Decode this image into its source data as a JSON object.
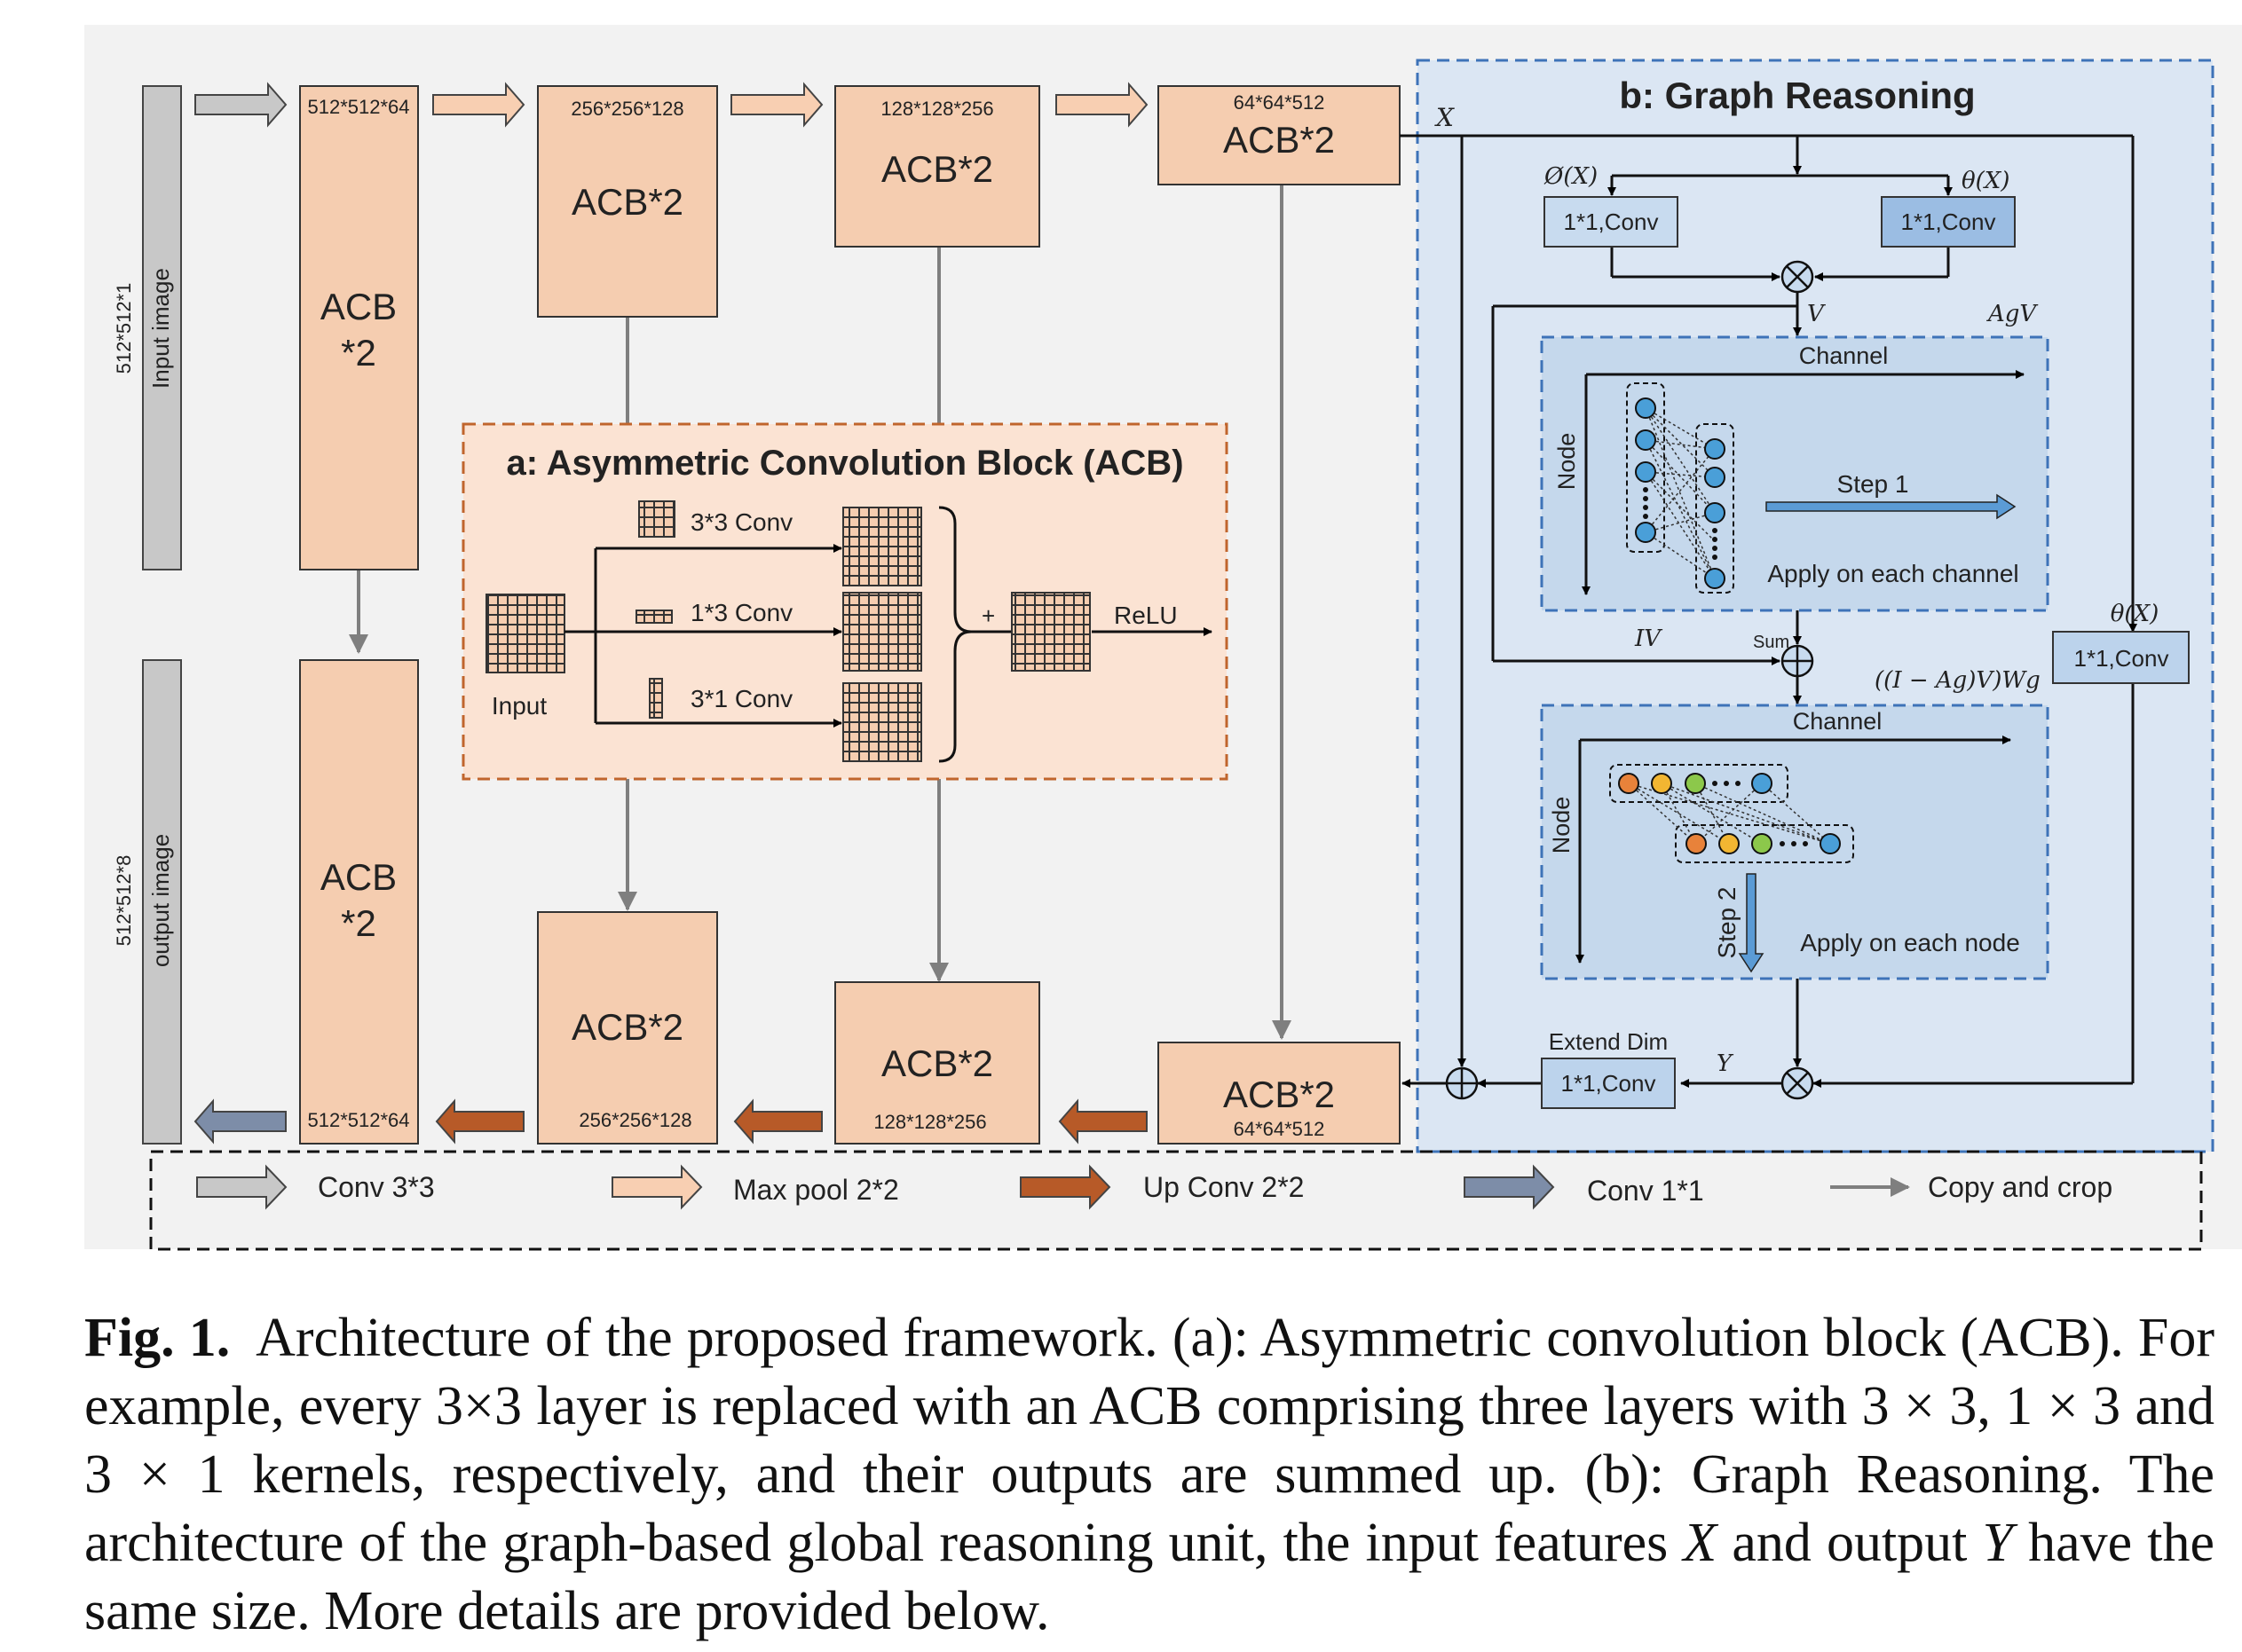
{
  "input_image": {
    "label": "Input image",
    "size": "512*512*1"
  },
  "output_image": {
    "label": "output image",
    "size": "512*512*8"
  },
  "encoder": [
    {
      "label_line1": "ACB",
      "label_line2": "*2",
      "size": "512*512*64"
    },
    {
      "label": "ACB*2",
      "size": "256*256*128"
    },
    {
      "label": "ACB*2",
      "size": "128*128*256"
    },
    {
      "label": "ACB*2",
      "size": "64*64*512"
    }
  ],
  "decoder": [
    {
      "label_line1": "ACB",
      "label_line2": "*2",
      "size": "512*512*64"
    },
    {
      "label": "ACB*2",
      "size": "256*256*128"
    },
    {
      "label": "ACB*2",
      "size": "128*128*256"
    },
    {
      "label": "ACB*2",
      "size": "64*64*512"
    }
  ],
  "acb_panel": {
    "title": "a: Asymmetric Convolution Block (ACB)",
    "input_label": "Input",
    "branches": [
      "3*3 Conv",
      "1*3 Conv",
      "3*1 Conv"
    ],
    "plus": "+",
    "relu": "ReLU"
  },
  "graph_panel": {
    "title": "b: Graph Reasoning",
    "x_label": "X",
    "phi_label": "Ø(X)",
    "theta_label": "θ(X)",
    "conv_label": "1*1,Conv",
    "v_label": "V",
    "agv_label": "AgV",
    "channel_label": "Channel",
    "node_label": "Node",
    "step1": "Step 1",
    "apply_channel": "Apply on each channel",
    "iv_label": "IV",
    "sum_label": "Sum",
    "formula": "((I − Ag)V)Wg",
    "step2": "Step 2",
    "apply_node": "Apply on each node",
    "extend_dim": "Extend Dim",
    "y_label": "Y"
  },
  "legend": [
    {
      "label": "Conv 3*3",
      "color": "#c8c8c8"
    },
    {
      "label": "Max pool 2*2",
      "color": "#f8cfb2"
    },
    {
      "label": "Up Conv 2*2",
      "color": "#b75a28"
    },
    {
      "label": "Conv 1*1",
      "color": "#7d8da8"
    },
    {
      "label": "Copy and crop",
      "color": "#7f7f7f"
    }
  ],
  "caption": {
    "fig": "Fig. 1.",
    "text_1": "Architecture of the proposed framework. (a): Asymmetric convolution block (ACB). For example, every 3×3 layer is replaced with an ACB comprising three layers with 3 × 3, 1 × 3 and 3 × 1 kernels, respectively, and their outputs are summed up. (b): Graph Reasoning. The architecture of the graph-based global reasoning unit, the input features",
    "var_x": "X",
    "text_2": "and output",
    "var_y": "Y",
    "text_3": "have the same size. More details are provided below."
  },
  "colors": {
    "block": "#f5cdb0",
    "acb_panel": "#fbe3d3",
    "graph_panel": "#dbe6f3",
    "graph_inner": "#c5d8ec",
    "conv_box": "#bcd3ec",
    "background": "#f2f2f2"
  }
}
